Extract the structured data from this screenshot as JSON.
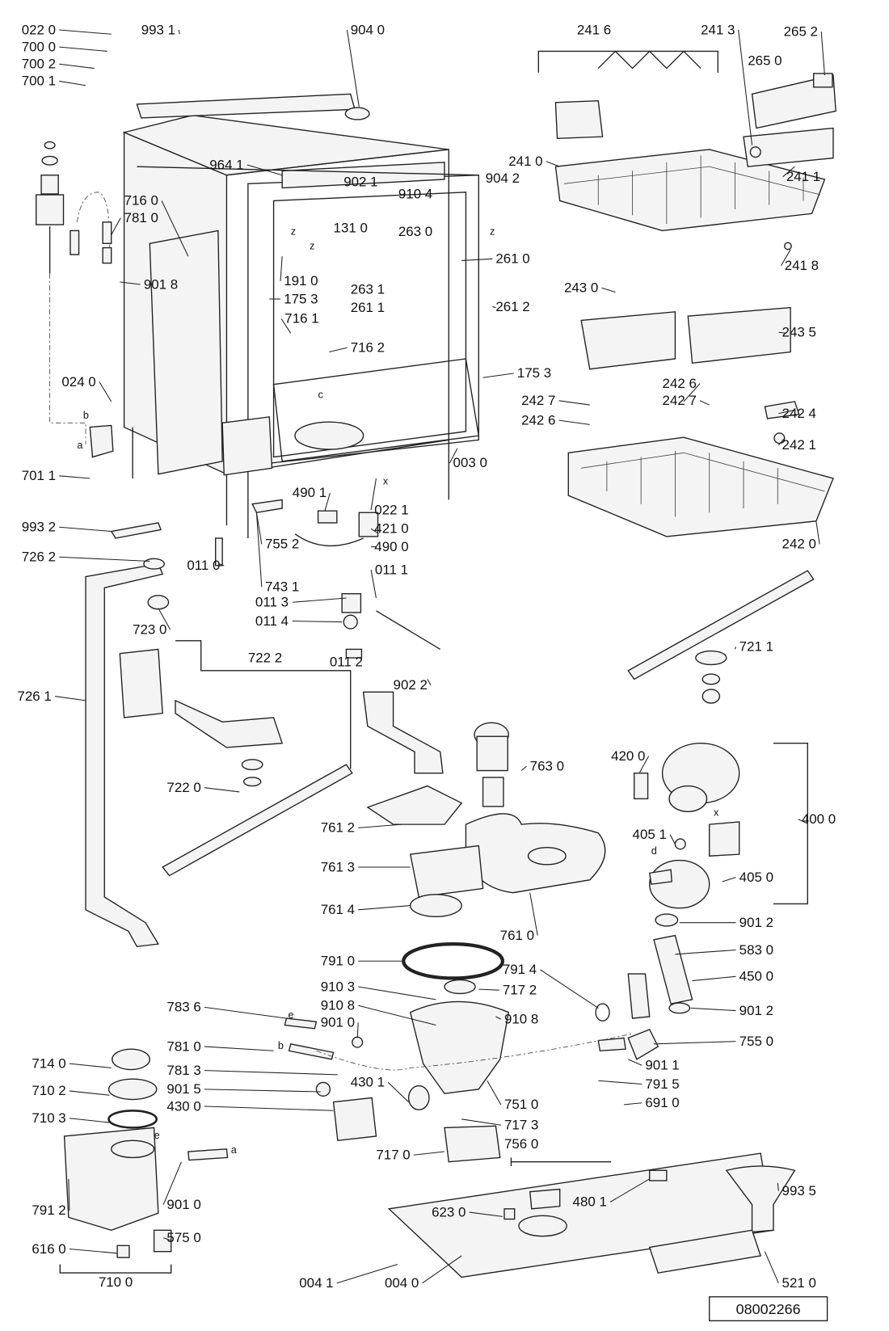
{
  "diagram_number": "08002266",
  "labels": [
    "022 0",
    "700 0",
    "700 2",
    "700 1",
    "993 1",
    "904 0",
    "241 6",
    "241 3",
    "265 2",
    "265 0",
    "964 1",
    "902 1",
    "904 2",
    "241 0",
    "241 1",
    "910 4",
    "131 0",
    "263 0",
    "716 0",
    "781 0",
    "261 0",
    "241 8",
    "901 8",
    "191 0",
    "263 1",
    "175 3",
    "261 1",
    "261 2",
    "243 0",
    "243 5",
    "716 1",
    "716 2",
    "175 3",
    "024 0",
    "242 6",
    "242 7",
    "242 7",
    "242 4",
    "242 6",
    "242 1",
    "701 1",
    "003 0",
    "490 1",
    "022 1",
    "421 0",
    "490 0",
    "993 2",
    "726 2",
    "011 0",
    "755 2",
    "743 1",
    "011 1",
    "011 3",
    "011 4",
    "011 2",
    "902 2",
    "723 0",
    "242 0",
    "721 1",
    "726 1",
    "722 2",
    "722 0",
    "763 0",
    "761 2",
    "761 3",
    "761 4",
    "761 0",
    "420 0",
    "400 0",
    "405 1",
    "405 0",
    "901 2",
    "583 0",
    "450 0",
    "901 2",
    "755 0",
    "791 0",
    "910 3",
    "910 8",
    "910 8",
    "901 0",
    "791 4",
    "717 2",
    "783 6",
    "781 0",
    "781 3",
    "901 5",
    "430 0",
    "430 1",
    "751 0",
    "901 1",
    "791 5",
    "691 0",
    "717 3",
    "714 0",
    "710 2",
    "710 3",
    "717 0",
    "756 0",
    "901 0",
    "791 2",
    "480 1",
    "993 5",
    "623 0",
    "616 0",
    "575 0",
    "710 0",
    "004 1",
    "004 0",
    "521 0"
  ],
  "markers": [
    "z",
    "z",
    "z",
    "c",
    "x",
    "x",
    "a",
    "b",
    "d",
    "e",
    "e",
    "b",
    "a"
  ]
}
